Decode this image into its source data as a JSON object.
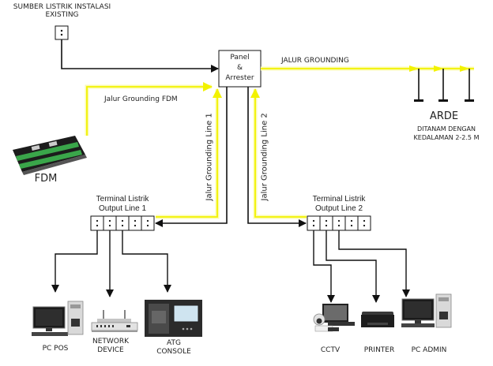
{
  "title": "Diagram Jalur Grounding dan Instalasi Listrik",
  "source": {
    "label_line1": "SUMBER LISTRIK INSTALASI",
    "label_line2": "EXISTING",
    "symbol": ":"
  },
  "panel": {
    "line1": "Panel",
    "line2": "&",
    "line3": "Arrester"
  },
  "grounding_main": {
    "label": "JALUR GROUNDING",
    "color": "#f5f500"
  },
  "arde": {
    "label": "ARDE",
    "note_line1": "DITANAM DENGAN",
    "note_line2": "KEDALAMAN 2-2.5 M",
    "rod_count": 3
  },
  "fdm": {
    "label": "FDM",
    "path_label": "Jalur Grounding FDM"
  },
  "grounding_line1": {
    "label": "Jalur Grounding Line 1"
  },
  "grounding_line2": {
    "label": "Jalur Grounding Line 2"
  },
  "terminal1": {
    "label_line1": "Terminal Listrik",
    "label_line2": "Output Line 1",
    "cells": [
      ":",
      ":",
      ":",
      ":",
      ":"
    ]
  },
  "terminal2": {
    "label_line1": "Terminal Listrik",
    "label_line2": "Output Line 2",
    "cells": [
      ":",
      ":",
      ":",
      ":",
      ":"
    ]
  },
  "devices_line1": [
    {
      "name": "pc-pos",
      "label_line1": "PC POS",
      "label_line2": ""
    },
    {
      "name": "network-device",
      "label_line1": "NETWORK",
      "label_line2": "DEVICE"
    },
    {
      "name": "atg-console",
      "label_line1": "ATG",
      "label_line2": "CONSOLE"
    }
  ],
  "devices_line2": [
    {
      "name": "cctv",
      "label_line1": "CCTV"
    },
    {
      "name": "printer",
      "label_line1": "PRINTER"
    },
    {
      "name": "pc-admin",
      "label_line1": "PC ADMIN"
    }
  ],
  "colors": {
    "wire": "#111111",
    "grounding": "#f5f500",
    "grounding_glow": "#fbfbb0"
  }
}
